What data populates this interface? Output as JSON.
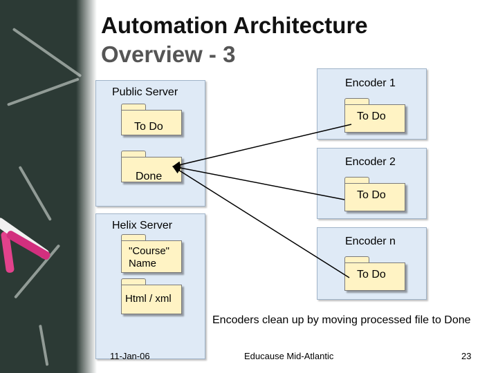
{
  "title": {
    "line1": "Automation Architecture",
    "line2": "Overview - 3"
  },
  "public_server": {
    "label": "Public Server",
    "folders": [
      "To Do",
      "Done"
    ]
  },
  "helix_server": {
    "label": "Helix Server",
    "folders": [
      "\"Course\" Name",
      "Html / xml"
    ]
  },
  "encoders": [
    {
      "label": "Encoder 1",
      "folder": "To Do"
    },
    {
      "label": "Encoder 2",
      "folder": "To Do"
    },
    {
      "label": "Encoder n",
      "folder": "To Do"
    }
  ],
  "note": "Encoders clean up by moving processed file to Done",
  "footer": {
    "date": "11-Jan-06",
    "event": "Educause Mid-Atlantic",
    "page": "23"
  },
  "colors": {
    "panel": "#dfeaf6",
    "folder": "#fff3c4",
    "chalkboard": "#2c3a35"
  }
}
